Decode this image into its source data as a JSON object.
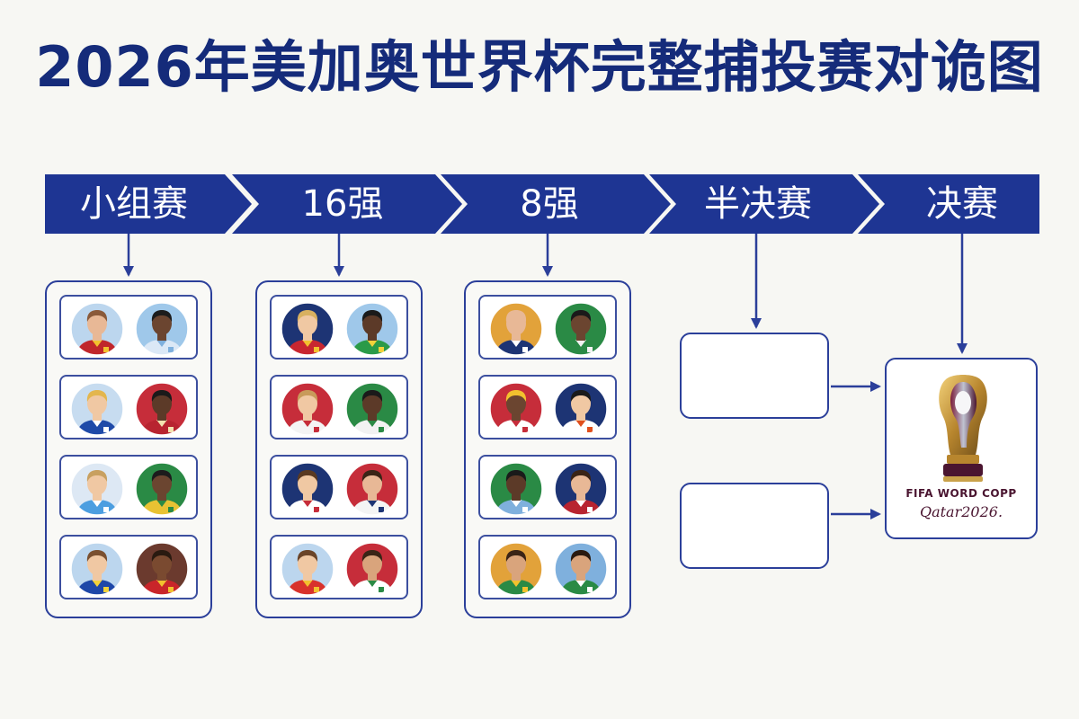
{
  "title": "2026年美加奥世界杯完整捕投赛对诡图",
  "theme": {
    "primary": "#152b7a",
    "stage_fill": "#1e3593",
    "line": "#2b3f9a"
  },
  "stages": [
    {
      "label": "小组赛"
    },
    {
      "label": "16强"
    },
    {
      "label": "8强"
    },
    {
      "label": "半决赛"
    },
    {
      "label": "决赛"
    }
  ],
  "panels": [
    {
      "matches": [
        {
          "left": {
            "bg": "#bcd6ee",
            "skin": "#e8b896",
            "hair": "#8a5a3a",
            "shirt": "#c0262b",
            "trim": "#f2c12e"
          },
          "right": {
            "bg": "#9fc8ea",
            "skin": "#6b4530",
            "hair": "#1c1c1c",
            "shirt": "#dbe8f6",
            "trim": "#7fb0dd"
          }
        },
        {
          "left": {
            "bg": "#c7dcf0",
            "skin": "#f0c8a3",
            "hair": "#e3b64e",
            "shirt": "#1f4aa8",
            "trim": "#ffffff"
          },
          "right": {
            "bg": "#c62d3a",
            "skin": "#5c3a28",
            "hair": "#1a1a1a",
            "shirt": "#b82430",
            "trim": "#f3e3b0"
          }
        },
        {
          "left": {
            "bg": "#dde8f4",
            "skin": "#f0c8a3",
            "hair": "#c8a060",
            "shirt": "#4c9ee0",
            "trim": "#ffffff"
          },
          "right": {
            "bg": "#2a8a45",
            "skin": "#6b4530",
            "hair": "#1c1c1c",
            "shirt": "#e8c233",
            "trim": "#2a8a45"
          }
        },
        {
          "left": {
            "bg": "#bcd6ee",
            "skin": "#f0c8a3",
            "hair": "#7a5030",
            "shirt": "#1e47a8",
            "trim": "#f2d23a"
          },
          "right": {
            "bg": "#6b3a2e",
            "skin": "#7a4a30",
            "hair": "#2a1a10",
            "shirt": "#c9252a",
            "trim": "#f2c12e"
          }
        }
      ]
    },
    {
      "matches": [
        {
          "left": {
            "bg": "#1d3474",
            "skin": "#f0c8a3",
            "hair": "#d8b060",
            "shirt": "#c82630",
            "trim": "#f2c12e"
          },
          "right": {
            "bg": "#9fc8ea",
            "skin": "#5c3a28",
            "hair": "#1a1a1a",
            "shirt": "#2a9a48",
            "trim": "#f2d23a"
          }
        },
        {
          "left": {
            "bg": "#c62d3a",
            "skin": "#f0c8a3",
            "hair": "#c89a5a",
            "shirt": "#f4f4f4",
            "trim": "#c62d3a"
          },
          "right": {
            "bg": "#2a8a45",
            "skin": "#5c3a28",
            "hair": "#1a1a1a",
            "shirt": "#f2f2f2",
            "trim": "#2a8a45"
          }
        },
        {
          "left": {
            "bg": "#1d3474",
            "skin": "#f0c8a3",
            "hair": "#5a3a22",
            "shirt": "#ffffff",
            "trim": "#c62d3a"
          },
          "right": {
            "bg": "#c62d3a",
            "skin": "#e8b896",
            "hair": "#3a2416",
            "shirt": "#f4f4f4",
            "trim": "#1d3474"
          }
        },
        {
          "left": {
            "bg": "#bcd6ee",
            "skin": "#f0c8a3",
            "hair": "#6a4428",
            "shirt": "#d8322c",
            "trim": "#f2c12e"
          },
          "right": {
            "bg": "#c62d3a",
            "skin": "#d9a47c",
            "hair": "#3a2416",
            "shirt": "#ffffff",
            "trim": "#2a8a45"
          }
        }
      ]
    },
    {
      "matches": [
        {
          "left": {
            "bg": "#e2a23a",
            "skin": "#e8b896",
            "hair": "#e8b896",
            "shirt": "#1d3474",
            "trim": "#ffffff"
          },
          "right": {
            "bg": "#2a8a45",
            "skin": "#6b4530",
            "hair": "#1a1a1a",
            "shirt": "#2a8a45",
            "trim": "#f2f2f2"
          }
        },
        {
          "left": {
            "bg": "#c62d3a",
            "skin": "#6b4530",
            "hair": "#f2c12e",
            "shirt": "#ffffff",
            "trim": "#c62d3a"
          },
          "right": {
            "bg": "#1d3474",
            "skin": "#f0c8a3",
            "hair": "#1a1a1a",
            "shirt": "#ffffff",
            "trim": "#e0501e"
          }
        },
        {
          "left": {
            "bg": "#2a8a45",
            "skin": "#5c3a28",
            "hair": "#1a1a1a",
            "shirt": "#7fb0dd",
            "trim": "#ffffff"
          },
          "right": {
            "bg": "#1d3474",
            "skin": "#e8b896",
            "hair": "#3a2416",
            "shirt": "#b82430",
            "trim": "#ffffff"
          }
        },
        {
          "left": {
            "bg": "#e2a23a",
            "skin": "#d9a47c",
            "hair": "#3a2416",
            "shirt": "#2a8a45",
            "trim": "#f2c12e"
          },
          "right": {
            "bg": "#7fb0dd",
            "skin": "#d9a47c",
            "hair": "#2a1a10",
            "shirt": "#2a8a45",
            "trim": "#ffffff"
          }
        }
      ]
    }
  ],
  "final": {
    "logo_line1": "FIFA WORD COPP",
    "logo_line2": "Qatar2026."
  }
}
